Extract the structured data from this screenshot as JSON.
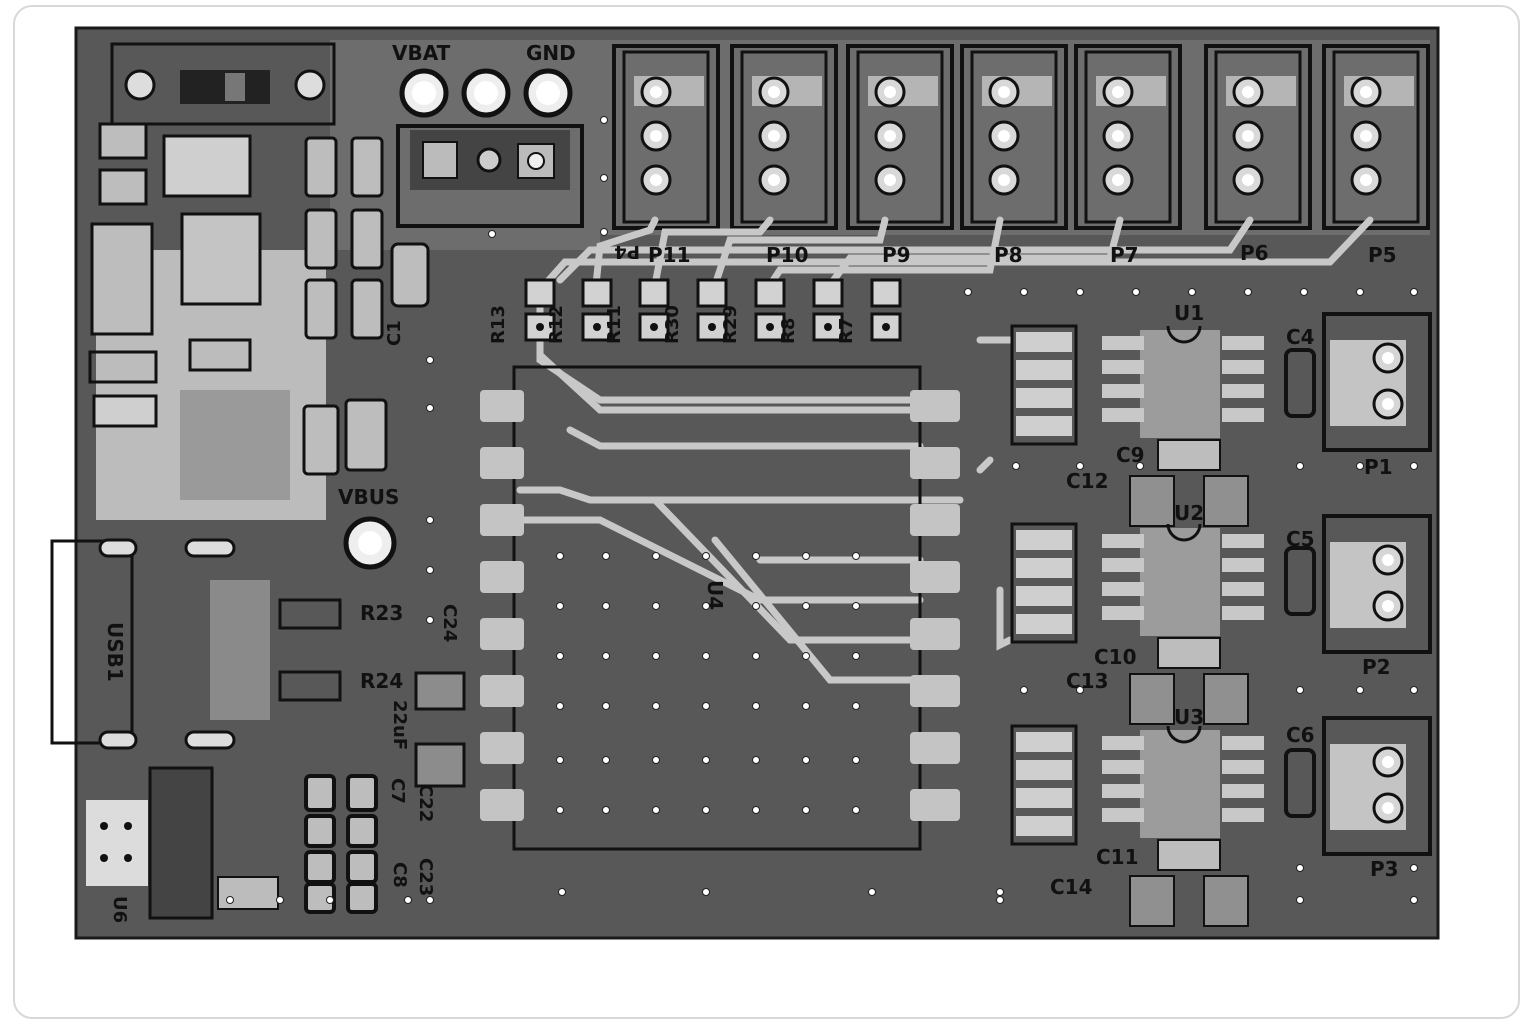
{
  "board": {
    "power_labels": {
      "vbat": "VBAT",
      "gnd": "GND",
      "vbus": "VBUS"
    },
    "connectors": {
      "headers_top": [
        "P4",
        "P11",
        "P10",
        "P9",
        "P8",
        "P7",
        "P6",
        "P5"
      ],
      "headers_right": [
        "P1",
        "P2",
        "P3"
      ],
      "usb": "USB1"
    },
    "ics": {
      "u1": "U1",
      "u2": "U2",
      "u3": "U3",
      "u4": "U4",
      "u6": "U6"
    },
    "resistors": [
      "R13",
      "R12",
      "R11",
      "R30",
      "R29",
      "R8",
      "R7",
      "R23",
      "R24"
    ],
    "capacitors": {
      "c1": "C1",
      "c4": "C4",
      "c5": "C5",
      "c6": "C6",
      "c7": "C7",
      "c8": "C8",
      "c9": "C9",
      "c10": "C10",
      "c11": "C11",
      "c12": "C12",
      "c13": "C13",
      "c14": "C14",
      "c22": "C22",
      "c23": "C23",
      "c24": "C24"
    },
    "values": {
      "c24_value": "22uF"
    }
  },
  "colors": {
    "board_fill": "#555555",
    "copper_pour": "#6e6e6e",
    "trace": "#c8c8c8",
    "pad": "#d6d6d6",
    "silkscreen": "#111111",
    "outline": "#222222"
  }
}
